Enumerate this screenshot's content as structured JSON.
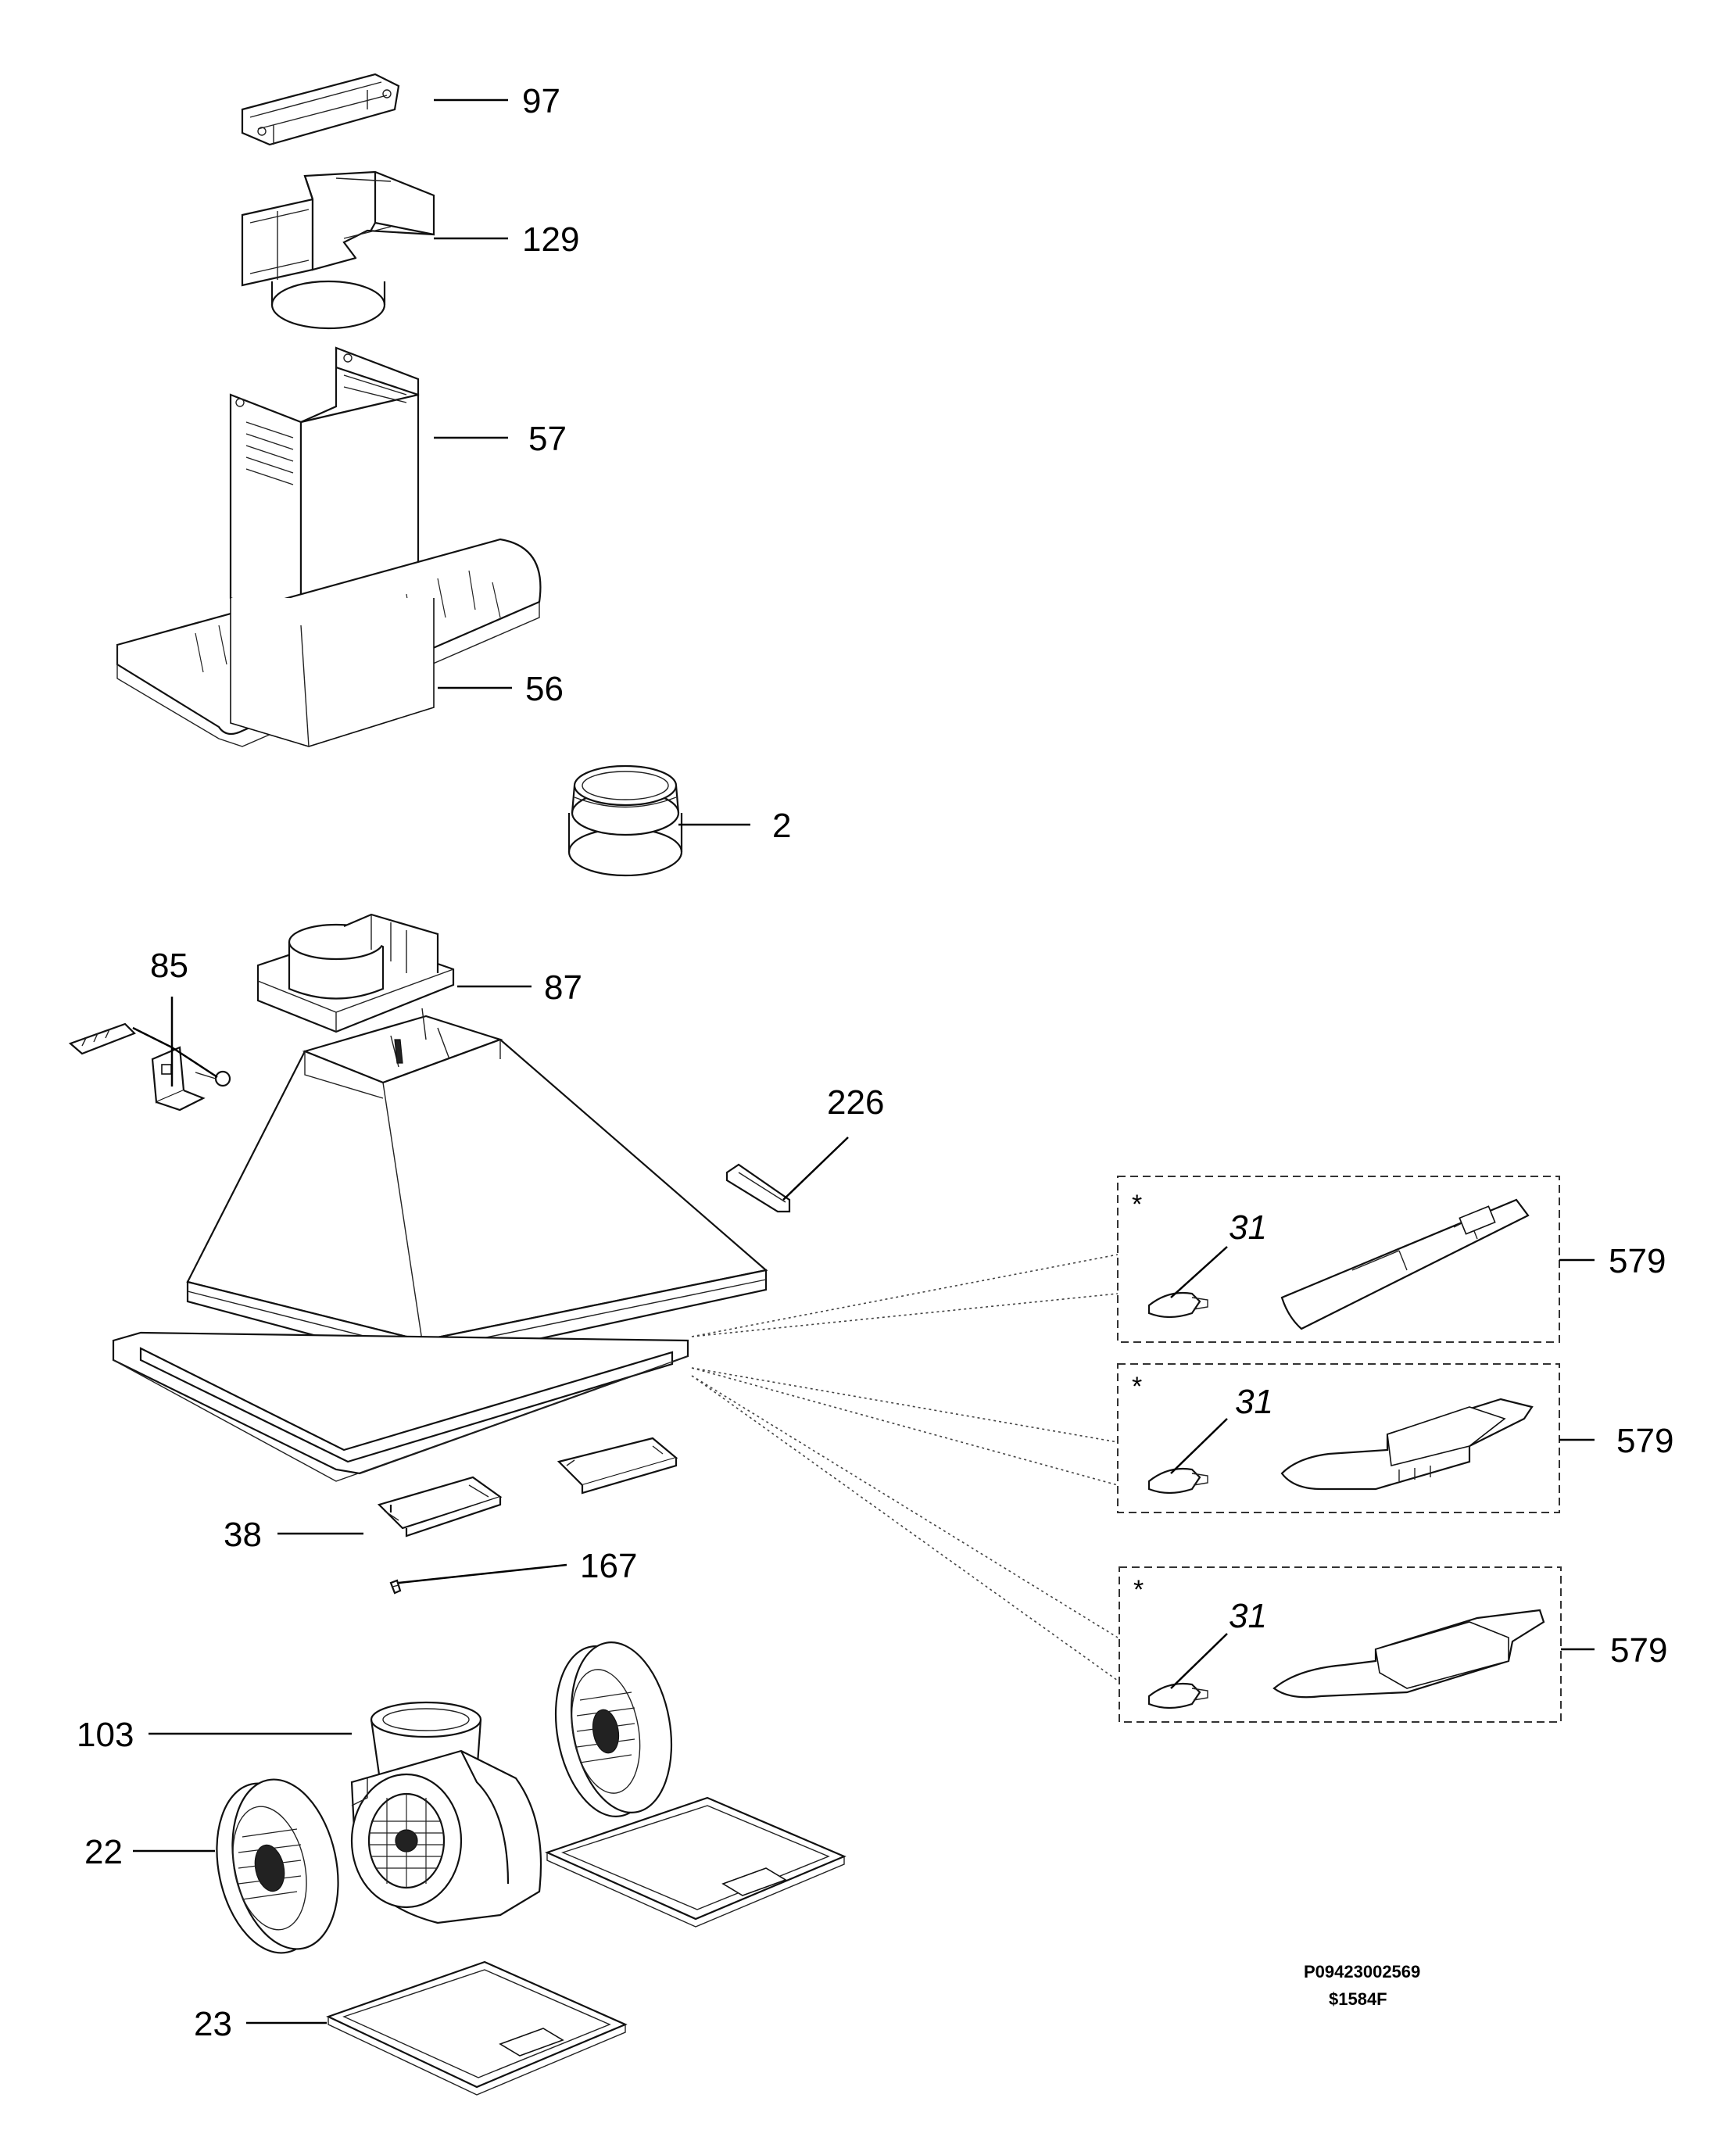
{
  "labels": {
    "l97": "97",
    "l129": "129",
    "l57": "57",
    "l56": "56",
    "l2": "2",
    "l85": "85",
    "l87": "87",
    "l226": "226",
    "l579a": "579",
    "l579b": "579",
    "l579c": "579",
    "l31a": "31",
    "l31b": "31",
    "l31c": "31",
    "l38": "38",
    "l167": "167",
    "l103": "103",
    "l22": "22",
    "l23": "23"
  },
  "markers": {
    "s1": "*",
    "s2": "*",
    "s3": "*"
  },
  "footer": {
    "code": "P09423002569",
    "ref": "$1584F"
  }
}
